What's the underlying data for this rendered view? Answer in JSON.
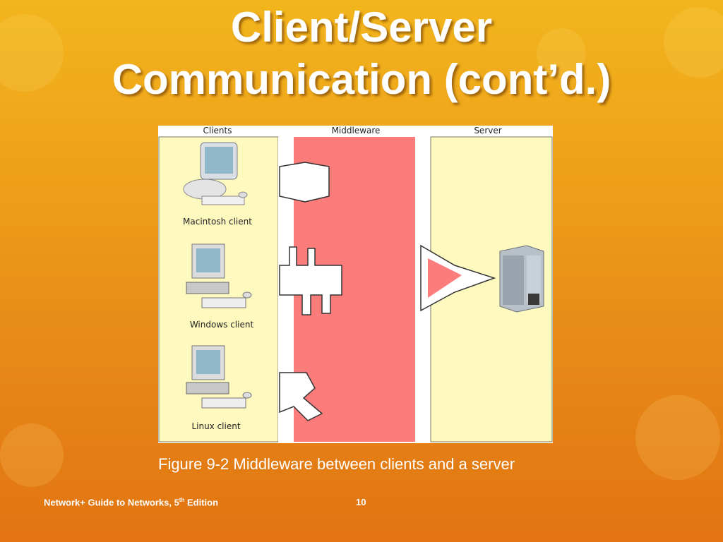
{
  "slide": {
    "title_line1": "Client/Server",
    "title_line2": "Communication (cont’d.)",
    "caption": "Figure 9-2 Middleware between clients and a server",
    "footer_pre": "Network+ Guide to Networks, 5",
    "footer_sup": "th",
    "footer_post": " Edition",
    "page_number": "10"
  },
  "diagram": {
    "header_clients": "Clients",
    "header_middleware": "Middleware",
    "header_server": "Server",
    "client_mac": "Macintosh client",
    "client_windows": "Windows client",
    "client_linux": "Linux client",
    "colors": {
      "panel": "#fdf9bf",
      "middleware": "#fc7c7c",
      "divider": "#ffffff"
    },
    "icons": [
      "imac-computer-icon",
      "windows-pc-icon",
      "linux-pc-icon",
      "server-tower-icon"
    ]
  }
}
